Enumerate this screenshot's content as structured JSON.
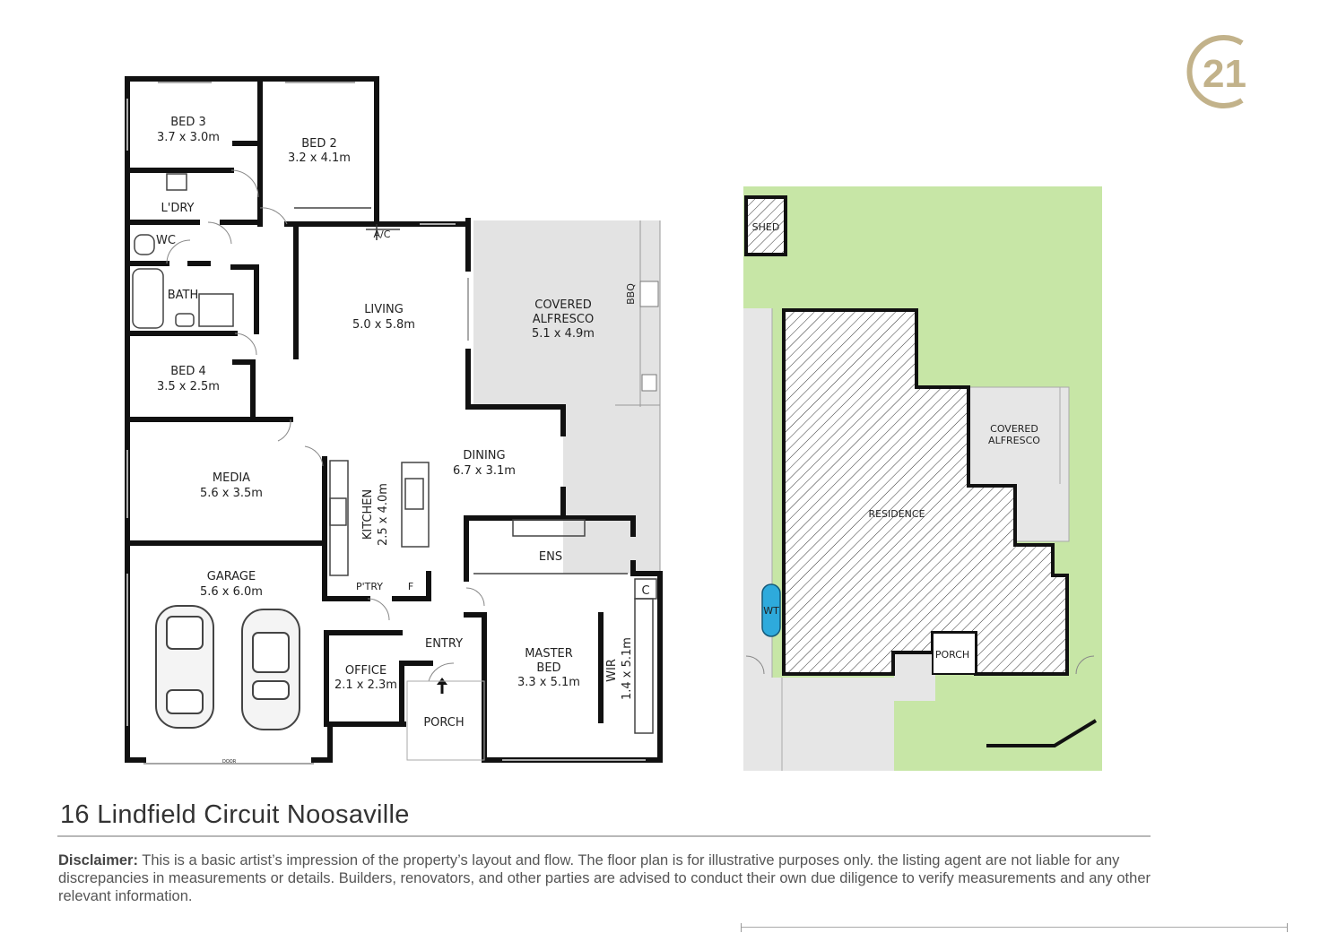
{
  "brand": {
    "logo_text": "21",
    "color": "#c2b28a"
  },
  "colors": {
    "wall": "#111111",
    "alfresco": "#e3e3e3",
    "lawn": "#c7e6a6",
    "driveway": "#e6e6e6",
    "water_tank": "#2eaadc"
  },
  "floorplan": {
    "rooms": {
      "bed3": {
        "name": "BED 3",
        "size": "3.7 x 3.0m"
      },
      "bed2": {
        "name": "BED 2",
        "size": "3.2 x 4.1m"
      },
      "ldry": {
        "name": "L'DRY"
      },
      "wc": {
        "name": "WC"
      },
      "bath": {
        "name": "BATH"
      },
      "bed4": {
        "name": "BED 4",
        "size": "3.5 x 2.5m"
      },
      "media": {
        "name": "MEDIA",
        "size": "5.6 x 3.5m"
      },
      "garage": {
        "name": "GARAGE",
        "size": "5.6 x 6.0m"
      },
      "living": {
        "name": "LIVING",
        "size": "5.0 x 5.8m"
      },
      "alfresco": {
        "name_line1": "COVERED",
        "name_line2": "ALFRESCO",
        "size": "5.1 x 4.9m"
      },
      "dining": {
        "name": "DINING",
        "size": "6.7 x 3.1m"
      },
      "kitchen": {
        "name": "KITCHEN",
        "size": "2.5 x 4.0m"
      },
      "ens": {
        "name": "ENS"
      },
      "ptry": {
        "name": "P'TRY"
      },
      "fridge": {
        "name": "F"
      },
      "cupboard": {
        "name": "C"
      },
      "entry": {
        "name": "ENTRY"
      },
      "office": {
        "name": "OFFICE",
        "size": "2.1 x 2.3m"
      },
      "porch": {
        "name": "PORCH"
      },
      "master": {
        "name_line1": "MASTER",
        "name_line2": "BED",
        "size": "3.3 x 5.1m"
      },
      "wir": {
        "name": "WIR",
        "size": "1.4 x 5.1m"
      }
    },
    "fixtures": {
      "ac": "A/C",
      "bbq": "BBQ",
      "door": "DOOR"
    }
  },
  "siteplan": {
    "shed": "SHED",
    "residence": "RESIDENCE",
    "alfresco_line1": "COVERED",
    "alfresco_line2": "ALFRESCO",
    "porch": "PORCH",
    "water_tank": "WT"
  },
  "footer": {
    "address": "16 Lindfield Circuit Noosaville",
    "disclaimer_label": "Disclaimer:",
    "disclaimer_text": " This is a basic artist’s impression of the property’s layout and flow. The floor plan is for illustrative purposes only.                         the listing agent are not liable for any discrepancies in measurements or details. Builders, renovators, and other parties are advised to conduct their own due diligence to verify measurements and any other relevant information."
  }
}
